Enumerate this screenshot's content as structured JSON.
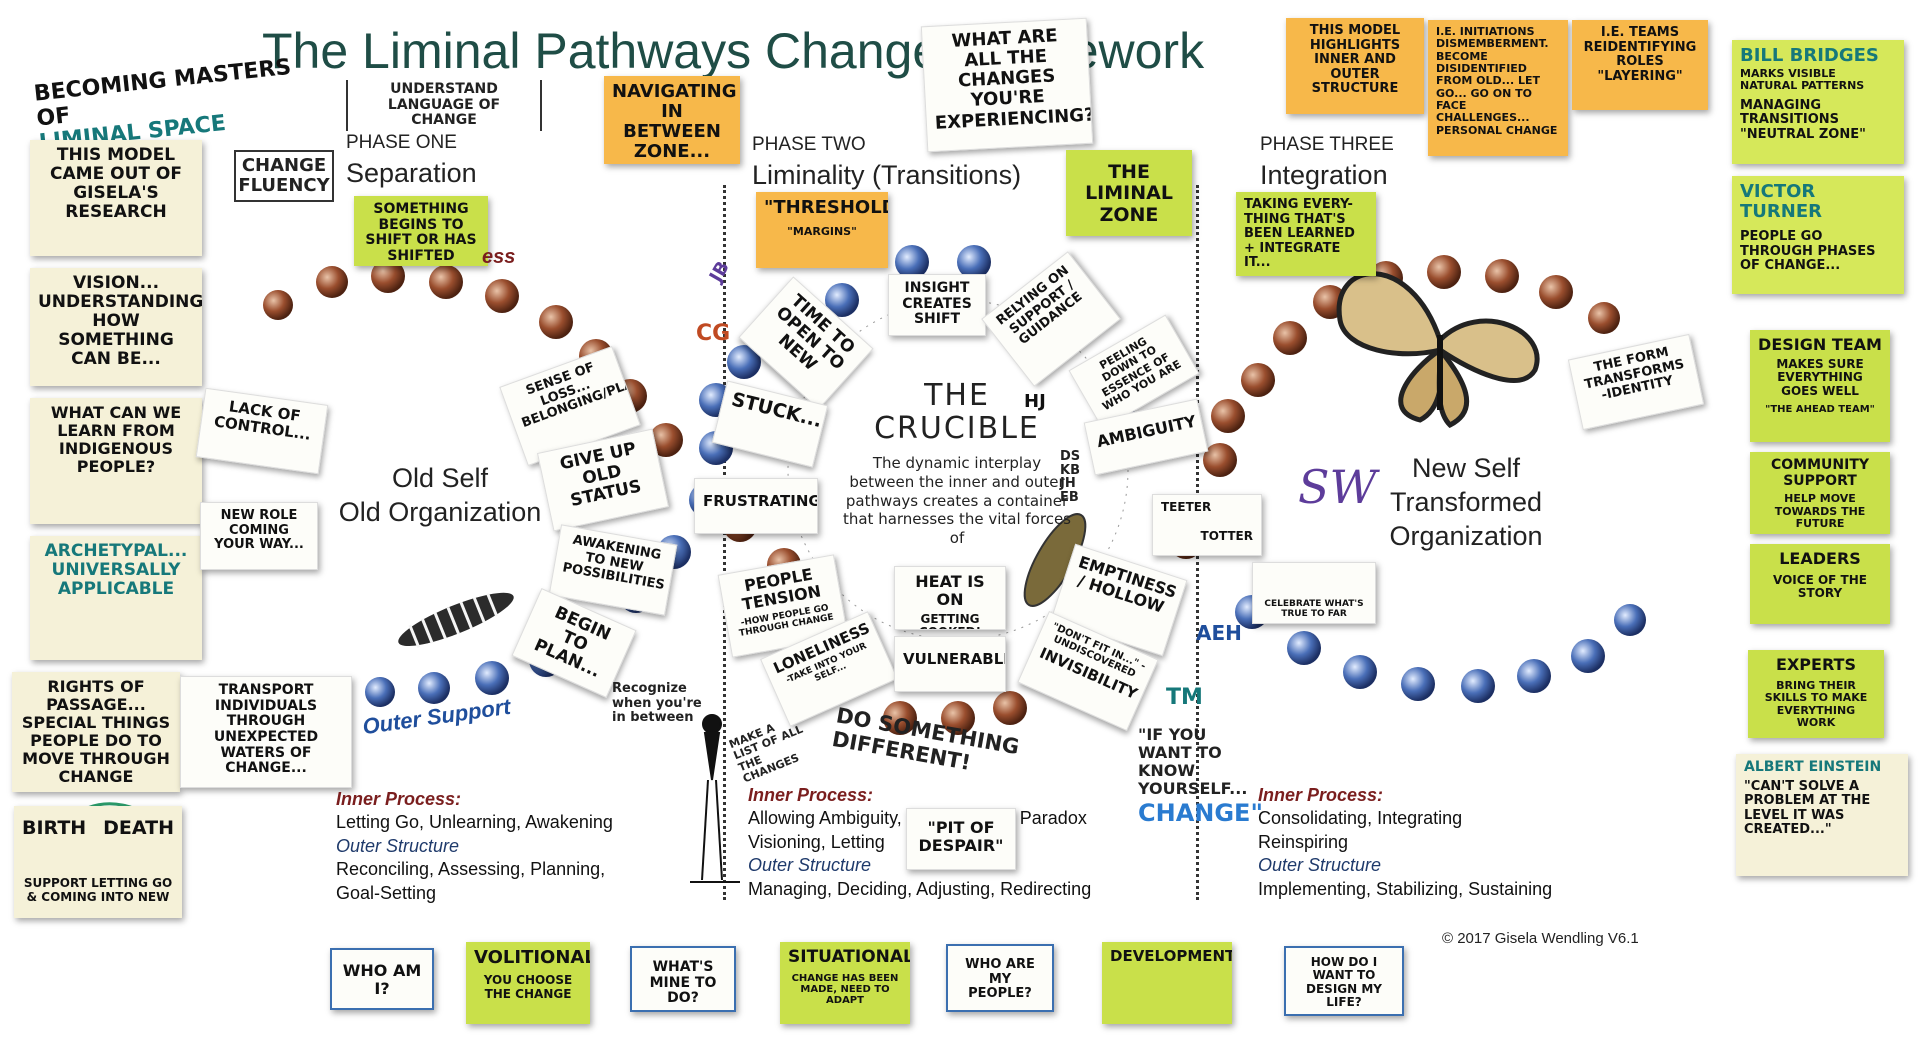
{
  "title": "The Liminal Pathways Change Framework",
  "header_left": {
    "line1": "Becoming Masters of",
    "line2": "Liminal Space"
  },
  "understand": "Understand Language of Change",
  "change_fluency": "Change Fluency",
  "phases": [
    {
      "label": "PHASE ONE",
      "name": "Separation"
    },
    {
      "label": "PHASE TWO",
      "name": "Liminality (Transitions)"
    },
    {
      "label": "PHASE THREE",
      "name": "Integration"
    }
  ],
  "left_notes": {
    "n1": "This model came out of Gisela's research",
    "n2": "Vision... understanding how something can be...",
    "n3": "What can we learn from indigenous people?",
    "n4": "Archetypal... universally applicable",
    "n5": "Rights of passage... special things people do to move through change",
    "n6": "Transport individuals through unexpected waters of change...",
    "n7_a": "Birth",
    "n7_b": "Death",
    "n7_c": "Support letting go & coming into new"
  },
  "top_notes": {
    "navigating": "Navigating in between zone...",
    "what_changes": "What are all the changes you're experiencing?",
    "model_highlights": "This model highlights inner and outer structure",
    "initiations": "i.e. Initiations dismemberment. Become disidentified from old... let go... Go on to face challenges... Personal change",
    "teams": "i.e. Teams reidentifying roles \"Layering\"",
    "liminal_zone": "The Liminal Zone",
    "something_begins": "Something begins to shift or has shifted",
    "threshold": "\"Threshold\"",
    "threshold_sub": "\"Margins\"",
    "taking_every": "Taking every-thing that's been learned + integrate it..."
  },
  "right_notes": {
    "bridges_name": "Bill Bridges",
    "bridges_text": "Marks visible natural patterns",
    "bridges_text2": "Managing transitions \"neutral zone\"",
    "turner_name": "Victor Turner",
    "turner_text": "People go through phases of change...",
    "design_title": "Design Team",
    "design_text": "Makes sure everything goes well",
    "design_sub": "\"The Ahead Team\"",
    "community_title": "Community Support",
    "community_text": "Help move towards the future",
    "leaders_title": "Leaders",
    "leaders_text": "Voice of the story",
    "experts_title": "Experts",
    "experts_text": "Bring their skills to make everything work",
    "einstein_name": "Albert Einstein",
    "einstein_text": "\"Can't solve a problem at the level it was created...\""
  },
  "loop_notes": {
    "lack_control": "Lack of control...",
    "new_role": "New role coming your way...",
    "sense_loss": "Sense of loss... belonging/place",
    "give_up": "Give up old status",
    "awakening": "Awakening to new possibilities",
    "begin_plan": "Begin to plan...",
    "time_open": "Time to open to new",
    "stuck": "Stuck...",
    "frustrating": "Frustrating",
    "people_tension": "People tension",
    "people_tension_sub": "-how people go through change",
    "loneliness": "Loneliness",
    "loneliness_sub": "-take into your self...",
    "insight": "Insight creates shift",
    "relying": "Relying on support / guidance",
    "peeling": "Peeling down to essence of who you are",
    "ambiguity": "Ambiguity",
    "heat": "Heat is on",
    "heat_sub": "Getting cooked!",
    "vulnerable": "Vulnerable",
    "emptiness": "Emptiness / Hollow",
    "invisibility": "Invisibility",
    "invisibility_sub": "\"Don't fit in...\" -undiscovered",
    "teeter": "Teeter",
    "totter": "Totter",
    "celebrate": "Celebrate what's true to far",
    "form_transforms": "The form transforms -identity",
    "recognize": "Recognize when you're in between",
    "make_list": "Make a list of all the changes",
    "do_something": "Do something different!",
    "know_yourself": "\"If you want to know yourself...",
    "know_change": "Change\"",
    "pit": "\"Pit of despair\""
  },
  "crucible": {
    "title1": "THE",
    "title2": "CRUCIBLE",
    "text": "The dynamic interplay between the inner and outer pathways creates a container that harnesses the vital forces of"
  },
  "labels": {
    "old_self": "Old Self",
    "old_org": "Old Organization",
    "new_self": "New Self",
    "transformed": "Transformed",
    "organization": "Organization",
    "outer_support": "Outer Support",
    "ess": "ess",
    "sw": "SW",
    "initials_jb": "JB",
    "initials_cg": "CG",
    "initials_hj": "HJ",
    "initials_ds": "DS",
    "initials_kb": "KB",
    "initials_jh": "JH",
    "initials_eb": "EB",
    "initials_aeh": "AEH",
    "initials_tm": "TM"
  },
  "process": {
    "p1": {
      "inner_hd": "Inner Process:",
      "inner": "Letting Go, Unlearning, Awakening",
      "outer_hd": "Outer Structure",
      "outer1": "Reconciling, Assessing, Planning,",
      "outer2": "Goal-Setting"
    },
    "p2": {
      "inner_hd": "Inner Process:",
      "inner1": "Allowing Ambiguity, Uncertainty & Paradox",
      "inner2": "Visioning, Letting",
      "outer_hd": "Outer Structure",
      "outer": "Managing, Deciding, Adjusting, Redirecting"
    },
    "p3": {
      "inner_hd": "Inner Process:",
      "inner1": "Consolidating, Integrating",
      "inner2": "Reinspiring",
      "outer_hd": "Outer Structure",
      "outer": "Implementing, Stabilizing, Sustaining"
    }
  },
  "copyright": "© 2017 Gisela Wendling V6.1",
  "bottom_notes": [
    {
      "text": "Who am I?",
      "sub": ""
    },
    {
      "text": "Volitional",
      "sub": "You choose the change"
    },
    {
      "text": "What's mine to do?",
      "sub": ""
    },
    {
      "text": "Situational",
      "sub": "Change has been made, need to adapt"
    },
    {
      "text": "Who are my people?",
      "sub": ""
    },
    {
      "text": "Developmental",
      "sub": ""
    },
    {
      "text": "How do I want to design my life?",
      "sub": ""
    }
  ],
  "colors": {
    "title": "#1f4d46",
    "bead_brown": "#8b4a2b",
    "bead_blue": "#3f63a8",
    "note_green": "#c9e04a",
    "note_orange": "#f7b84a",
    "note_cream": "#f5f1d8"
  }
}
